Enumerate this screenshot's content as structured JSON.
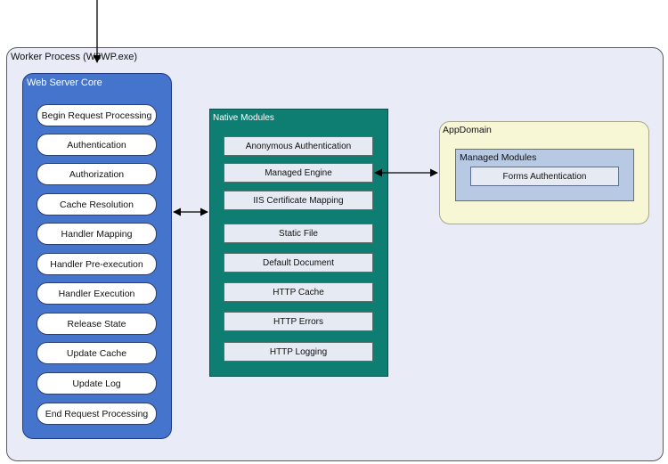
{
  "worker_process": {
    "title": "Worker Process (W3WP.exe)"
  },
  "web_server_core": {
    "title": "Web Server Core",
    "steps": [
      "Begin Request Processing",
      "Authentication",
      "Authorization",
      "Cache Resolution",
      "Handler Mapping",
      "Handler Pre-execution",
      "Handler Execution",
      "Release State",
      "Update Cache",
      "Update Log",
      "End Request Processing"
    ]
  },
  "native_modules": {
    "title": "Native Modules",
    "modules": [
      "Anonymous Authentication",
      "Managed Engine",
      "IIS Certificate Mapping",
      "Static File",
      "Default Document",
      "HTTP Cache",
      "HTTP Errors",
      "HTTP Logging"
    ]
  },
  "app_domain": {
    "title": "AppDomain",
    "managed_modules": {
      "title": "Managed Modules",
      "modules": [
        "Forms Authentication"
      ]
    }
  },
  "colors": {
    "core_fill": "#4574cc",
    "native_fill": "#0e7d72",
    "appdomain_fill": "#f7f6d5",
    "managed_fill": "#b8c9e3",
    "worker_fill": "#e9ecf6"
  }
}
